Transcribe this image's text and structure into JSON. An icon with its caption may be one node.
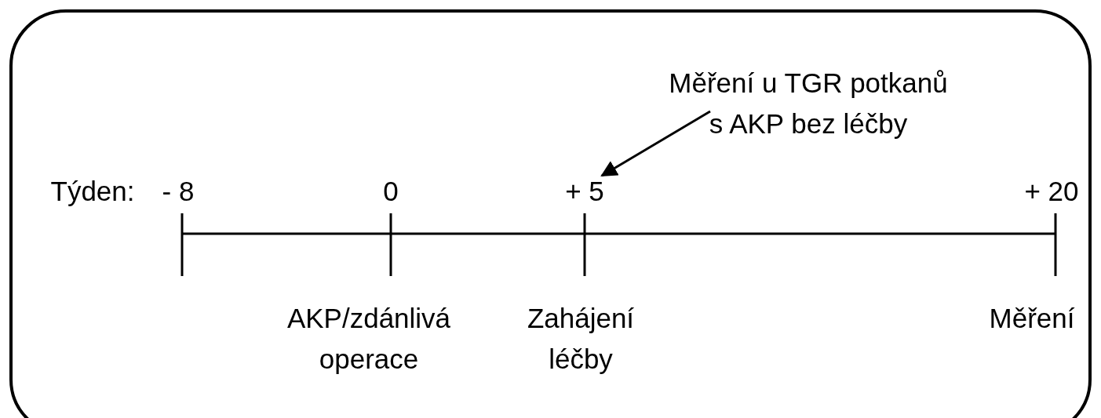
{
  "diagram": {
    "nodes": [
      {
        "text": [
          "Měření u TGR potkanů s AKP bez léčby"
        ]
      },
      {
        "text": [
          "+ 5"
        ]
      }
    ],
    "edges": [
      {
        "from": 0,
        "to": 1,
        "arrow": "to"
      }
    ],
    "labels": [
      "Týden:",
      "- 8",
      "0",
      "+ 20",
      "AKP/zdánlivá operace",
      "Zahájení léčby",
      "Měření"
    ]
  }
}
